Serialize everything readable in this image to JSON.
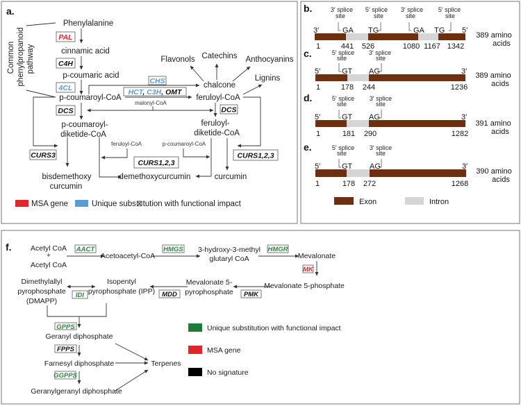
{
  "colors": {
    "msa_red": "#e0252b",
    "unique_blue": "#5b9bd5",
    "unique_green": "#2e8540",
    "exon": "#6e2e10",
    "intron": "#d5d5d5",
    "no_signature": "#000000"
  },
  "panel_a": {
    "label": "a.",
    "side_label": [
      "Common",
      "phenylpropanoid",
      "pathway"
    ],
    "compounds": {
      "phenylalanine": "Phenylalanine",
      "cinnamic_acid": "cinnamic acid",
      "p_coumaric_acid": "p-coumaric acid",
      "p_coumaroyl_coa": "p-coumaroyl-CoA",
      "p_coumaroyl_diketide": [
        "p-coumaroyl-",
        "diketide-CoA"
      ],
      "feruloyl_coa": "feruloyl-CoA",
      "feruloyl_diketide": [
        "feruloyl-",
        "diketide-CoA"
      ],
      "chalcone": "chalcone",
      "flavonols": "Flavonols",
      "catechins": "Catechins",
      "anthocyanins": "Anthocyanins",
      "lignins": "Lignins",
      "bisdemethoxycurcumin": [
        "bisdemethoxy",
        "curcumin"
      ],
      "demethoxycurcumin": "demethoxycurcumin",
      "curcumin": "curcumin"
    },
    "small_labels": {
      "malonyl": "malonyl-CoA",
      "feruloyl": "feruloyl-CoA",
      "p_coumaroyl": "p-coumaroyl-CoA"
    },
    "enzymes": {
      "pal": "PAL",
      "c4h": "C4H",
      "cl4": "4CL",
      "chs": "CHS",
      "hct": "HCT",
      "comma": ", ",
      "c3h": "C3H",
      "omt": "OMT",
      "dcs_left": "DCS",
      "dcs_right": "DCS",
      "curs3": "CURS3",
      "curs_mid": "CURS1,2,3",
      "curs_right": "CURS1,2,3"
    },
    "legend": [
      {
        "label": "MSA gene",
        "color": "#e0252b"
      },
      {
        "label": "Unique subs⊠tution with functional impact",
        "color": "#5b9bd5"
      }
    ]
  },
  "gene_panels": {
    "splice_word": "splice",
    "site_word": "site",
    "b": {
      "label": "b.",
      "end_left": "3′",
      "end_right": "5′",
      "sites": [
        {
          "prime": "3′",
          "motif": "GA"
        },
        {
          "prime": "5′",
          "motif": "TG"
        },
        {
          "prime": "3′",
          "motif": "GA"
        },
        {
          "prime": "5′",
          "motif": "TG"
        }
      ],
      "positions": [
        "1",
        "441",
        "526",
        "1080",
        "1167",
        "1342"
      ],
      "length": [
        "389 amino",
        "acids"
      ]
    },
    "c": {
      "label": "c.",
      "end_left": "5′",
      "end_right": "3′",
      "sites": [
        {
          "prime": "5′",
          "motif": "GT"
        },
        {
          "prime": "3′",
          "motif": "AG"
        }
      ],
      "positions": [
        "1",
        "178",
        "244",
        "1236"
      ],
      "length": [
        "389 amino",
        "acids"
      ]
    },
    "d": {
      "label": "d.",
      "end_left": "5′",
      "end_right": "3′",
      "sites": [
        {
          "prime": "5′",
          "motif": "GT"
        },
        {
          "prime": "3′",
          "motif": "AG"
        }
      ],
      "positions": [
        "1",
        "181",
        "290",
        "1282"
      ],
      "length": [
        "391 amino",
        "acids"
      ]
    },
    "e": {
      "label": "e.",
      "end_left": "5′",
      "end_right": "3′",
      "sites": [
        {
          "prime": "5′",
          "motif": "GT"
        },
        {
          "prime": "3′",
          "motif": "AG"
        }
      ],
      "positions": [
        "1",
        "178",
        "272",
        "1268"
      ],
      "length": [
        "390 amino",
        "acids"
      ]
    },
    "legend": [
      {
        "label": "Exon",
        "color": "#6e2e10"
      },
      {
        "label": "Intron",
        "color": "#d5d5d5"
      }
    ]
  },
  "panel_f": {
    "label": "f.",
    "compounds": {
      "acetyl1": "Acetyl CoA",
      "plus": "+",
      "acetyl2": "Acetyl CoA",
      "acetoacetyl": "Acetoacetyl-CoA",
      "hmg": [
        "3-hydroxy-3-methyl",
        "glutaryl CoA"
      ],
      "mevalonate": "Mevalonate",
      "mev5p": "Mevalonate 5-phosphate",
      "mev5pp": [
        "Mevalonate 5-",
        "pyrophosphate"
      ],
      "ipp": [
        "Isopentyl",
        "pyrophosphate (IPP)"
      ],
      "dmapp": [
        "Dimethylallyl",
        "pyrophosphate",
        "(DMAPP)"
      ],
      "geranyl": "Geranyl diphosphate",
      "farnesyl": "Farnesyl diphosphate",
      "geranylgeranyl": "Geranylgeranyl diphosphate",
      "terpenes": "Terpenes"
    },
    "enzymes": {
      "aact": "AACT",
      "hmgs": "HMGS",
      "hmgr": "HMGR",
      "mk": "MK",
      "pmk": "PMK",
      "mdd": "MDD",
      "idi": "IDI",
      "gpps": "GPPS",
      "fpps": "FPPS",
      "ggpps": "GGPPS"
    },
    "legend": [
      {
        "label": "Unique substitution with functional impact",
        "color": "#1e7b3a"
      },
      {
        "label": "MSA gene",
        "color": "#e0252b"
      },
      {
        "label": "No signature",
        "color": "#000000"
      }
    ]
  }
}
